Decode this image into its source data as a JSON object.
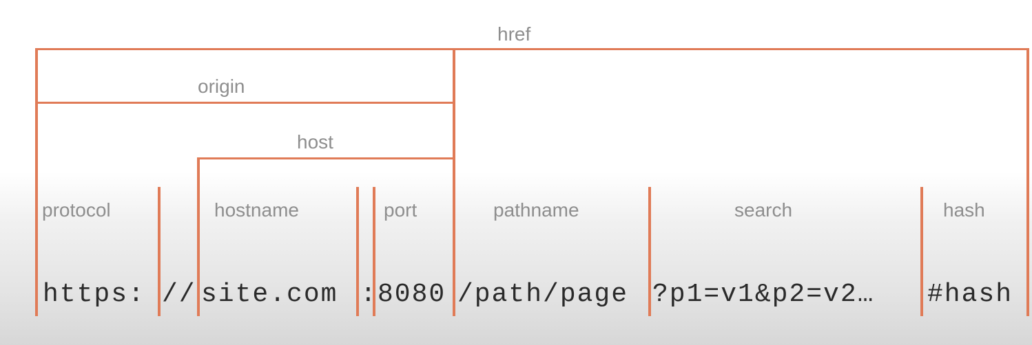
{
  "labels": {
    "href": "href",
    "origin": "origin",
    "host": "host",
    "protocol": "protocol",
    "hostname": "hostname",
    "port": "port",
    "pathname": "pathname",
    "search": "search",
    "hash": "hash"
  },
  "url_parts": {
    "protocol": "https:",
    "slashes": "//",
    "hostname": "site.com",
    "port_sep": ":",
    "port": "8080",
    "pathname": "/path/page",
    "search": "?p1=v1&p2=v2…",
    "hash": "#hash"
  },
  "colors": {
    "bracket": "#e07b57",
    "label": "#8e8e8e",
    "url_text": "#2a2a2a"
  }
}
